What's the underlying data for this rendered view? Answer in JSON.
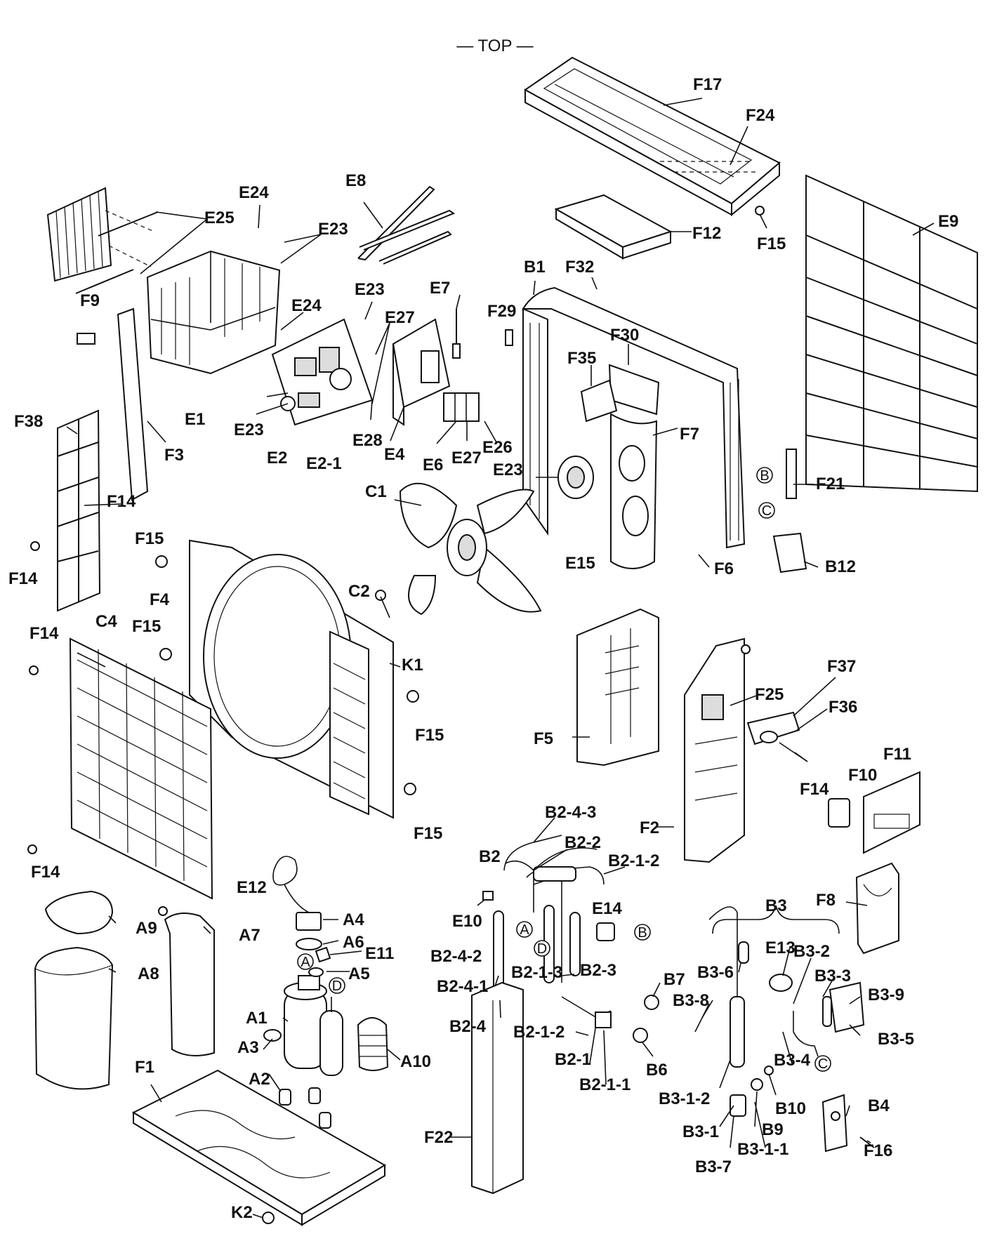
{
  "title": "— TOP —",
  "labels": {
    "F17": "F17",
    "F24": "F24",
    "F12": "F12",
    "F15a": "F15",
    "E9": "E9",
    "E8": "E8",
    "E24a": "E24",
    "E25": "E25",
    "E23a": "E23",
    "E23b": "E23",
    "E24b": "E24",
    "E27a": "E27",
    "E7": "E7",
    "F29": "F29",
    "B1": "B1",
    "F32": "F32",
    "F30": "F30",
    "F35": "F35",
    "F9": "F9",
    "E1": "E1",
    "E23c": "E23",
    "E2": "E2",
    "E2-1": "E2-1",
    "E28": "E28",
    "E4": "E4",
    "E6": "E6",
    "E27b": "E27",
    "E26": "E26",
    "F3": "F3",
    "F38": "F38",
    "F7": "F7",
    "E23d": "E23",
    "F21": "F21",
    "C1": "C1",
    "F14a": "F14",
    "F15b": "F15",
    "F14b": "F14",
    "F4": "F4",
    "E15": "E15",
    "F6": "F6",
    "B12": "B12",
    "C2": "C2",
    "F14c": "F14",
    "C4": "C4",
    "F15c": "F15",
    "K1": "K1",
    "F15d": "F15",
    "F37": "F37",
    "F25": "F25",
    "F36": "F36",
    "F5": "F5",
    "F14d": "F14",
    "F11": "F11",
    "F10": "F10",
    "F15e": "F15",
    "F14e": "F14",
    "B2-4-3": "B2-4-3",
    "B2-2": "B2-2",
    "F2": "F2",
    "B2": "B2",
    "B2-1-2a": "B2-1-2",
    "E12": "E12",
    "F8": "F8",
    "E10": "E10",
    "E14": "E14",
    "B3": "B3",
    "A9": "A9",
    "A7": "A7",
    "A4": "A4",
    "A6": "A6",
    "B2-4-2": "B2-4-2",
    "B2-1-3": "B2-1-3",
    "E11": "E11",
    "A5": "A5",
    "E13": "E13",
    "B3-2": "B3-2",
    "B3-6": "B3-6",
    "B3-3": "B3-3",
    "A8": "A8",
    "B2-4-1": "B2-4-1",
    "B2-3": "B2-3",
    "B7": "B7",
    "B3-9": "B3-9",
    "B3-8": "B3-8",
    "A1": "A1",
    "B2-4": "B2-4",
    "B2-1-2b": "B2-1-2",
    "B3-5": "B3-5",
    "A3": "A3",
    "A10": "A10",
    "B2-1": "B2-1",
    "B6": "B6",
    "B3-4": "B3-4",
    "F1": "F1",
    "A2": "A2",
    "B2-1-1": "B2-1-1",
    "B3-1-2": "B3-1-2",
    "B10": "B10",
    "B4": "B4",
    "F22": "F22",
    "B3-1": "B3-1",
    "B9": "B9",
    "F16": "F16",
    "B3-7": "B3-7",
    "B3-1-1": "B3-1-1",
    "K2": "K2"
  },
  "connectors": {
    "A1": "A",
    "B1": "B",
    "C1": "C",
    "D1": "D",
    "A2": "A",
    "B2": "B",
    "C2": "C",
    "D2": "D"
  }
}
